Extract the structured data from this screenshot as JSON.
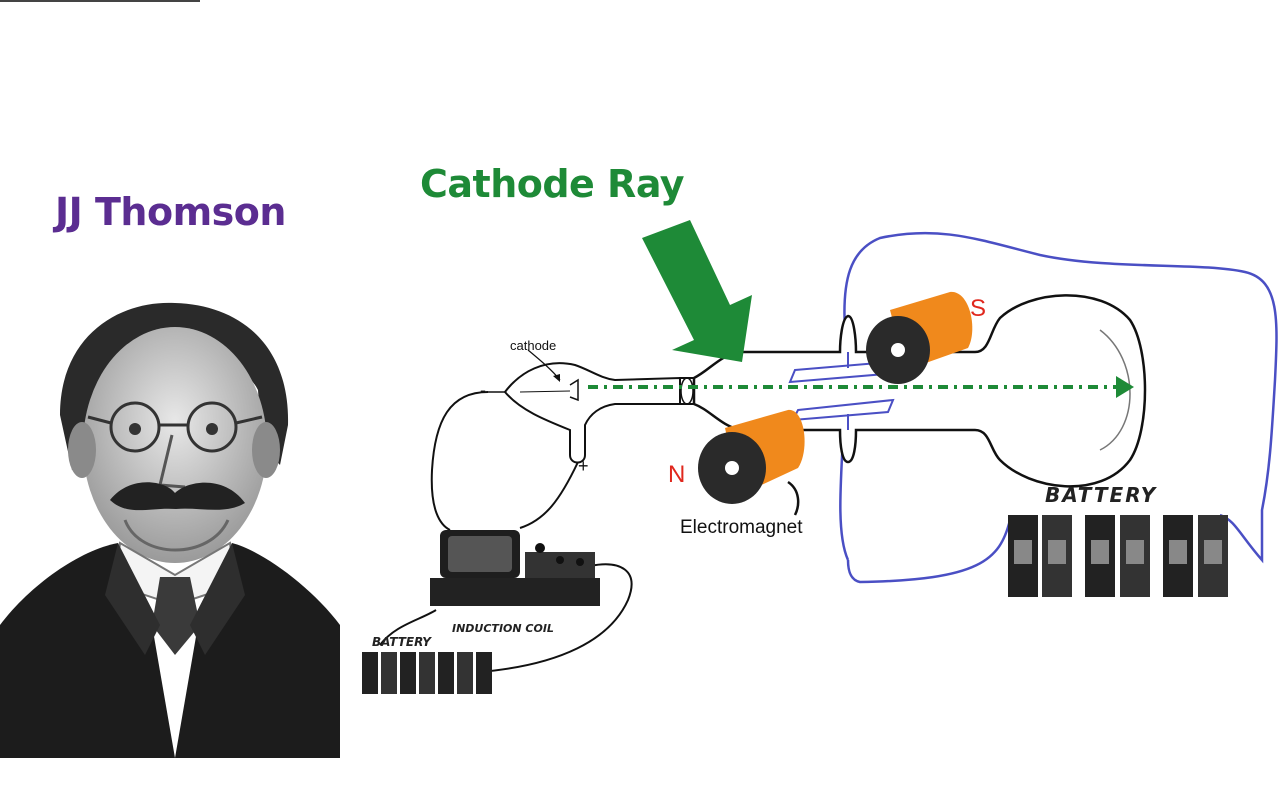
{
  "headings": {
    "person": "JJ Thomson",
    "ray": "Cathode Ray"
  },
  "labels": {
    "cathode": "cathode",
    "minus": "-",
    "plus": "+",
    "pole_s": "S",
    "pole_n": "N",
    "electromagnet": "Electromagnet",
    "battery_right": "BATTERY",
    "battery_left": "BATTERY",
    "induction_coil": "INDUCTION COIL"
  },
  "colors": {
    "person_heading": "#5b2d91",
    "ray_heading": "#1e8a37",
    "arrow": "#1e8a37",
    "magnet_body": "#f0891c",
    "wire": "#4a4fc4",
    "pole_label": "#e0281e"
  },
  "icons": {
    "portrait": "portrait-photo",
    "pointer": "down-arrow-icon"
  }
}
